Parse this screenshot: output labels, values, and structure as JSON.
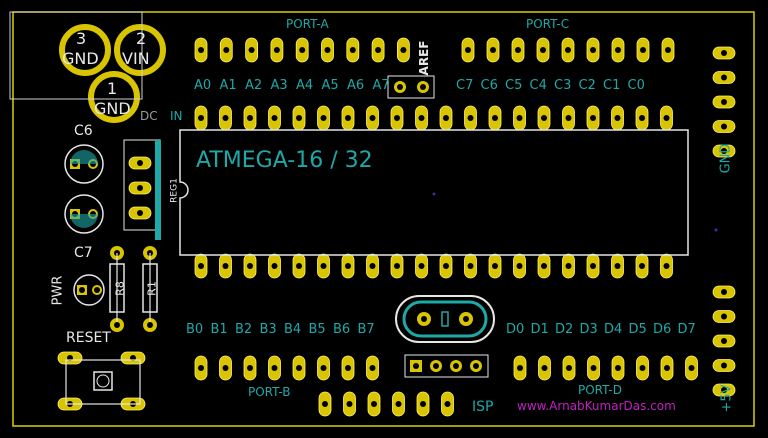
{
  "colors": {
    "background": "#000000",
    "board_outline": "#d8d000",
    "silkscreen": "#e6e6e6",
    "pad": "#d8c400",
    "pad_hole": "#000000",
    "label_teal": "#1fa8a8",
    "credit": "#c020c0"
  },
  "dc_jack": {
    "pin3": {
      "num": "3",
      "name": "GND"
    },
    "pin2": {
      "num": "2",
      "name": "VIN"
    },
    "pin1": {
      "num": "1",
      "name": "GND"
    },
    "label": "DC"
  },
  "headers": {
    "port_a": "PORT-A",
    "port_c": "PORT-C",
    "port_b": "PORT-B",
    "port_d": "PORT-D",
    "aref": "AREF",
    "isp": "ISP",
    "gnd": "GND",
    "plus5v": "+5V"
  },
  "pins_a": [
    "A0",
    "A1",
    "A2",
    "A3",
    "A4",
    "A5",
    "A6",
    "A7"
  ],
  "pins_c": [
    "C7",
    "C6",
    "C5",
    "C4",
    "C3",
    "C2",
    "C1",
    "C0"
  ],
  "pins_b": [
    "B0",
    "B1",
    "B2",
    "B3",
    "B4",
    "B5",
    "B6",
    "B7"
  ],
  "pins_d": [
    "D0",
    "D1",
    "D2",
    "D3",
    "D4",
    "D5",
    "D6",
    "D7"
  ],
  "ic": {
    "label": "ATMEGA-16 / 32",
    "in_label": "IN"
  },
  "components": {
    "c6": "C6",
    "c7": "C7",
    "reg": "REG1",
    "pwr": "PWR",
    "r8": "R8",
    "r1": "R1",
    "reset": "RESET"
  },
  "credit": "www.ArnabKumarDas.com"
}
